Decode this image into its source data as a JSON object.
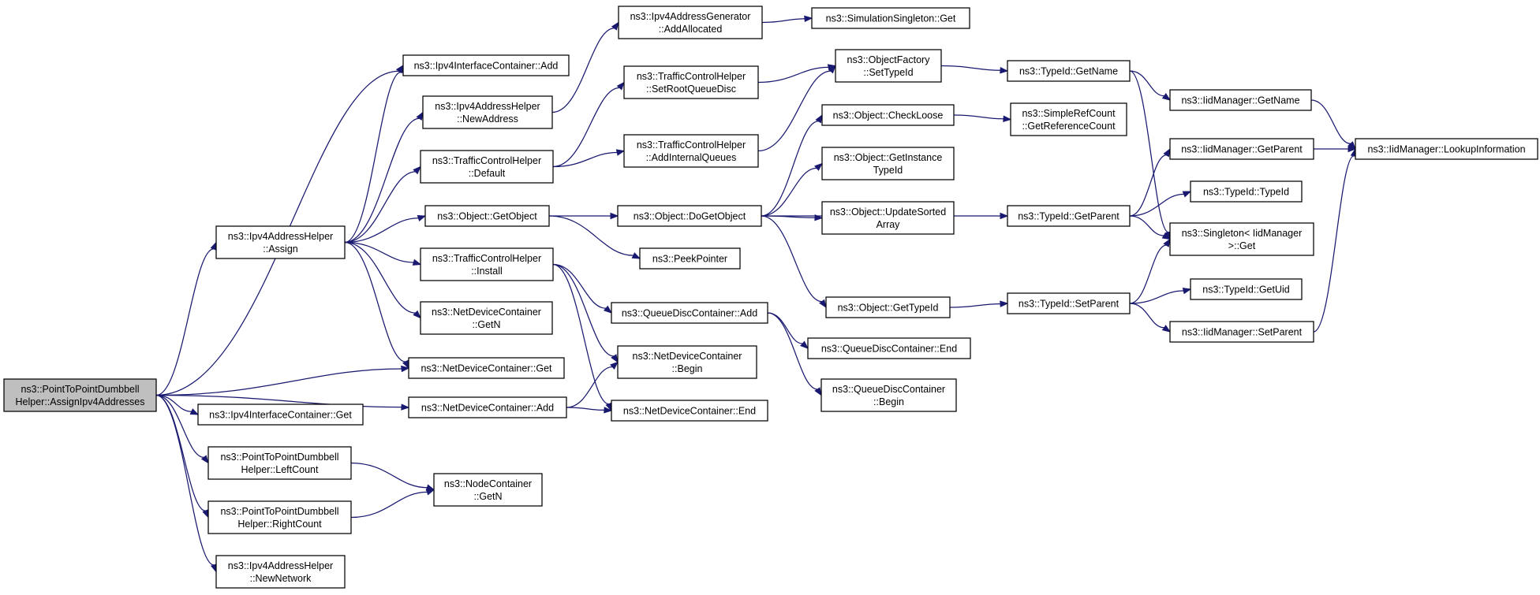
{
  "diagram": {
    "colors": {
      "root_fill": "#bfbfbf",
      "node_fill": "#ffffff",
      "edge": "#191970"
    },
    "nodes": [
      {
        "id": "root",
        "lines": [
          "ns3::PointToPointDumbbell",
          "Helper::AssignIpv4Addresses"
        ]
      },
      {
        "id": "n_ipcadd",
        "lines": [
          "ns3::Ipv4InterfaceContainer::Add"
        ]
      },
      {
        "id": "n_assign",
        "lines": [
          "ns3::Ipv4AddressHelper",
          "::Assign"
        ]
      },
      {
        "id": "n_ndcget",
        "lines": [
          "ns3::NetDeviceContainer::Get"
        ]
      },
      {
        "id": "n_ndcadd",
        "lines": [
          "ns3::NetDeviceContainer::Add"
        ]
      },
      {
        "id": "n_ipcget",
        "lines": [
          "ns3::Ipv4InterfaceContainer::Get"
        ]
      },
      {
        "id": "n_leftcount",
        "lines": [
          "ns3::PointToPointDumbbell",
          "Helper::LeftCount"
        ]
      },
      {
        "id": "n_rightcount",
        "lines": [
          "ns3::PointToPointDumbbell",
          "Helper::RightCount"
        ]
      },
      {
        "id": "n_newnetwork",
        "lines": [
          "ns3::Ipv4AddressHelper",
          "::NewNetwork"
        ]
      },
      {
        "id": "n_newaddress",
        "lines": [
          "ns3::Ipv4AddressHelper",
          "::NewAddress"
        ]
      },
      {
        "id": "n_tchdefault",
        "lines": [
          "ns3::TrafficControlHelper",
          "::Default"
        ]
      },
      {
        "id": "n_getobject",
        "lines": [
          "ns3::Object::GetObject"
        ]
      },
      {
        "id": "n_tchinstall",
        "lines": [
          "ns3::TrafficControlHelper",
          "::Install"
        ]
      },
      {
        "id": "n_ndcgetn",
        "lines": [
          "ns3::NetDeviceContainer",
          "::GetN"
        ]
      },
      {
        "id": "n_ncgetn",
        "lines": [
          "ns3::NodeContainer",
          "::GetN"
        ]
      },
      {
        "id": "n_addalloc",
        "lines": [
          "ns3::Ipv4AddressGenerator",
          "::AddAllocated"
        ]
      },
      {
        "id": "n_setroot",
        "lines": [
          "ns3::TrafficControlHelper",
          "::SetRootQueueDisc"
        ]
      },
      {
        "id": "n_addinternal",
        "lines": [
          "ns3::TrafficControlHelper",
          "::AddInternalQueues"
        ]
      },
      {
        "id": "n_dogetobject",
        "lines": [
          "ns3::Object::DoGetObject"
        ]
      },
      {
        "id": "n_peekpointer",
        "lines": [
          "ns3::PeekPointer"
        ]
      },
      {
        "id": "n_qdcadd",
        "lines": [
          "ns3::QueueDiscContainer::Add"
        ]
      },
      {
        "id": "n_ndcbegin",
        "lines": [
          "ns3::NetDeviceContainer",
          "::Begin"
        ]
      },
      {
        "id": "n_ndcend",
        "lines": [
          "ns3::NetDeviceContainer::End"
        ]
      },
      {
        "id": "n_simsingleton",
        "lines": [
          "ns3::SimulationSingleton::Get"
        ]
      },
      {
        "id": "n_ofsettypeid",
        "lines": [
          "ns3::ObjectFactory",
          "::SetTypeId"
        ]
      },
      {
        "id": "n_checkloose",
        "lines": [
          "ns3::Object::CheckLoose"
        ]
      },
      {
        "id": "n_getinstance",
        "lines": [
          "ns3::Object::GetInstance",
          "TypeId"
        ]
      },
      {
        "id": "n_updatesorted",
        "lines": [
          "ns3::Object::UpdateSorted",
          "Array"
        ]
      },
      {
        "id": "n_objgettypeid",
        "lines": [
          "ns3::Object::GetTypeId"
        ]
      },
      {
        "id": "n_qdcend",
        "lines": [
          "ns3::QueueDiscContainer::End"
        ]
      },
      {
        "id": "n_qdcbegin",
        "lines": [
          "ns3::QueueDiscContainer",
          "::Begin"
        ]
      },
      {
        "id": "n_tidgetname",
        "lines": [
          "ns3::TypeId::GetName"
        ]
      },
      {
        "id": "n_simplerefcount",
        "lines": [
          "ns3::SimpleRefCount",
          "::GetReferenceCount"
        ]
      },
      {
        "id": "n_tidgetparent",
        "lines": [
          "ns3::TypeId::GetParent"
        ]
      },
      {
        "id": "n_tidsetparent",
        "lines": [
          "ns3::TypeId::SetParent"
        ]
      },
      {
        "id": "n_iidgetname",
        "lines": [
          "ns3::IidManager::GetName"
        ]
      },
      {
        "id": "n_iidgetparent",
        "lines": [
          "ns3::IidManager::GetParent"
        ]
      },
      {
        "id": "n_tidtypeid",
        "lines": [
          "ns3::TypeId::TypeId"
        ]
      },
      {
        "id": "n_singletonget",
        "lines": [
          "ns3::Singleton< IidManager",
          " >::Get"
        ]
      },
      {
        "id": "n_tidgetuid",
        "lines": [
          "ns3::TypeId::GetUid"
        ]
      },
      {
        "id": "n_iidsetparent",
        "lines": [
          "ns3::IidManager::SetParent"
        ]
      },
      {
        "id": "n_lookup",
        "lines": [
          "ns3::IidManager::LookupInformation"
        ]
      }
    ],
    "edges": [
      [
        "root",
        "n_ipcadd"
      ],
      [
        "root",
        "n_assign"
      ],
      [
        "root",
        "n_ndcget"
      ],
      [
        "root",
        "n_ndcadd"
      ],
      [
        "root",
        "n_ipcget"
      ],
      [
        "root",
        "n_leftcount"
      ],
      [
        "root",
        "n_rightcount"
      ],
      [
        "root",
        "n_newnetwork"
      ],
      [
        "n_assign",
        "n_ipcadd"
      ],
      [
        "n_assign",
        "n_newaddress"
      ],
      [
        "n_assign",
        "n_tchdefault"
      ],
      [
        "n_assign",
        "n_getobject"
      ],
      [
        "n_assign",
        "n_tchinstall"
      ],
      [
        "n_assign",
        "n_ndcgetn"
      ],
      [
        "n_assign",
        "n_ndcget"
      ],
      [
        "n_leftcount",
        "n_ncgetn"
      ],
      [
        "n_rightcount",
        "n_ncgetn"
      ],
      [
        "n_ndcadd",
        "n_ndcbegin"
      ],
      [
        "n_ndcadd",
        "n_ndcend"
      ],
      [
        "n_newaddress",
        "n_addalloc"
      ],
      [
        "n_addalloc",
        "n_simsingleton"
      ],
      [
        "n_tchdefault",
        "n_setroot"
      ],
      [
        "n_tchdefault",
        "n_addinternal"
      ],
      [
        "n_setroot",
        "n_ofsettypeid"
      ],
      [
        "n_addinternal",
        "n_ofsettypeid"
      ],
      [
        "n_getobject",
        "n_dogetobject"
      ],
      [
        "n_getobject",
        "n_peekpointer"
      ],
      [
        "n_tchinstall",
        "n_qdcadd"
      ],
      [
        "n_tchinstall",
        "n_ndcbegin"
      ],
      [
        "n_tchinstall",
        "n_ndcend"
      ],
      [
        "n_qdcadd",
        "n_qdcend"
      ],
      [
        "n_qdcadd",
        "n_qdcbegin"
      ],
      [
        "n_dogetobject",
        "n_checkloose"
      ],
      [
        "n_dogetobject",
        "n_getinstance"
      ],
      [
        "n_dogetobject",
        "n_updatesorted"
      ],
      [
        "n_dogetobject",
        "n_objgettypeid"
      ],
      [
        "n_dogetobject",
        "n_tidgetparent"
      ],
      [
        "n_checkloose",
        "n_simplerefcount"
      ],
      [
        "n_ofsettypeid",
        "n_tidgetname"
      ],
      [
        "n_objgettypeid",
        "n_tidsetparent"
      ],
      [
        "n_tidgetname",
        "n_iidgetname"
      ],
      [
        "n_tidgetname",
        "n_singletonget"
      ],
      [
        "n_iidgetname",
        "n_lookup"
      ],
      [
        "n_tidgetparent",
        "n_iidgetparent"
      ],
      [
        "n_tidgetparent",
        "n_tidtypeid"
      ],
      [
        "n_tidgetparent",
        "n_singletonget"
      ],
      [
        "n_iidgetparent",
        "n_lookup"
      ],
      [
        "n_tidsetparent",
        "n_singletonget"
      ],
      [
        "n_tidsetparent",
        "n_tidgetuid"
      ],
      [
        "n_tidsetparent",
        "n_iidsetparent"
      ],
      [
        "n_iidsetparent",
        "n_lookup"
      ]
    ]
  }
}
